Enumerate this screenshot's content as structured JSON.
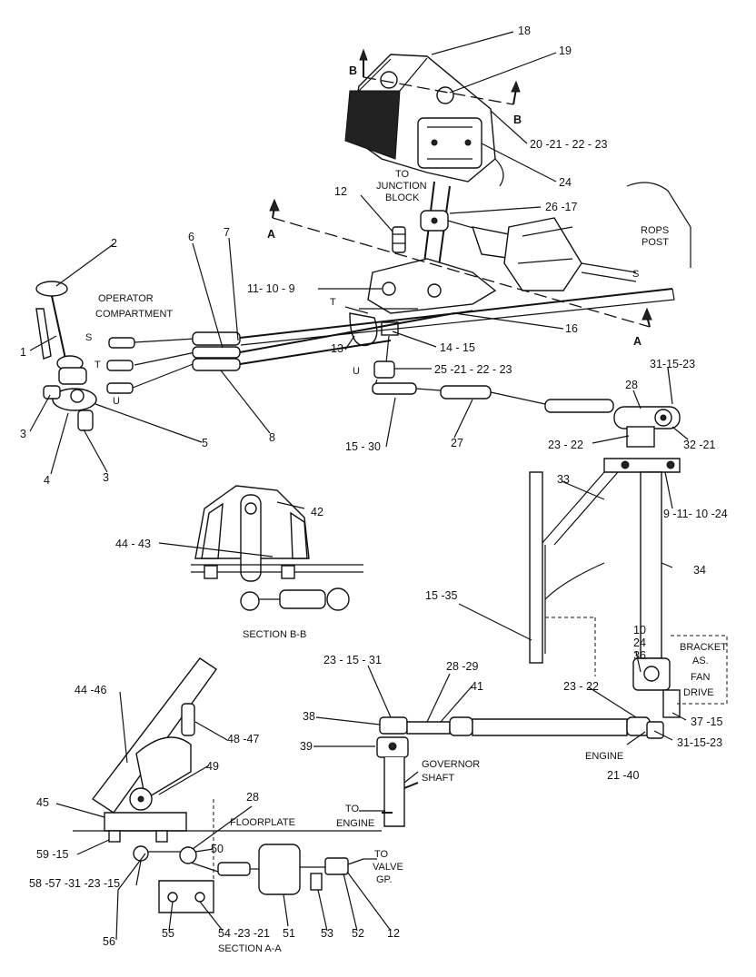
{
  "diagram": {
    "labels": {
      "n18": "18",
      "n19": "19",
      "B1": "B",
      "B2": "B",
      "n20": "20 -21 - 22 - 23",
      "n24": "24",
      "to_junction": "TO",
      "to_junction2": "JUNCTION",
      "to_junction3": "BLOCK",
      "n12a": "12",
      "n26": "26 -17",
      "A1": "A",
      "A2": "A",
      "rops1": "ROPS",
      "rops2": "POST",
      "n2": "2",
      "n6": "6",
      "n7": "7",
      "n11": "11- 10 - 9",
      "op1": "OPERATOR",
      "op2": "COMPARTMENT",
      "n1": "1",
      "S1": "S",
      "T1": "T",
      "U1": "U",
      "S2": "S",
      "T2": "T",
      "U2": "U",
      "n13": "13",
      "n16": "16",
      "n14": "14 - 15",
      "n25": "25 -21 - 22 - 23",
      "n3a": "3",
      "n3b": "3",
      "n4": "4",
      "n5": "5",
      "n8": "8",
      "n31a": "31-15-23",
      "n28a": "28",
      "n15_30": "15 - 30",
      "n27": "27",
      "n23_22": "23 - 22",
      "n32": "32 -21",
      "n33": "33",
      "n9": "9 -11- 10 -24",
      "n34": "34",
      "n42": "42",
      "n44_43": "44 - 43",
      "secBB": "SECTION B-B",
      "n15_35": "15 -35",
      "n10": "10",
      "n24b": "24",
      "n36": "36",
      "br1": "BRACKET",
      "br2": "AS.",
      "br3": "FAN",
      "br4": "DRIVE",
      "n23_15_31": "23   - 15 - 31",
      "n28_29": "28 -29",
      "n41": "41",
      "n23_22b": "23  - 22",
      "n37": "37 -15",
      "n31b": "31-15-23",
      "n38": "38",
      "n39": "39",
      "gov1": "GOVERNOR",
      "gov2": "SHAFT",
      "engine": "ENGINE",
      "n21_40": "21 -40",
      "to_eng1": "TO",
      "to_eng2": "ENGINE",
      "n44_46": "44 -46",
      "n48": "48 -47",
      "n49": "49",
      "n45": "45",
      "n28b": "28",
      "floor": "FLOORPLATE",
      "n59": "59 -15",
      "n50": "50",
      "n58": "58 -57 -31 -23 -15",
      "to_valve1": "TO",
      "to_valve2": "VALVE",
      "to_valve3": "GP.",
      "n56": "56",
      "n55": "55",
      "n54": "54 -23 -21",
      "n51": "51",
      "n53": "53",
      "n52": "52",
      "n12b": "12",
      "secAA": "SECTION A-A"
    }
  }
}
